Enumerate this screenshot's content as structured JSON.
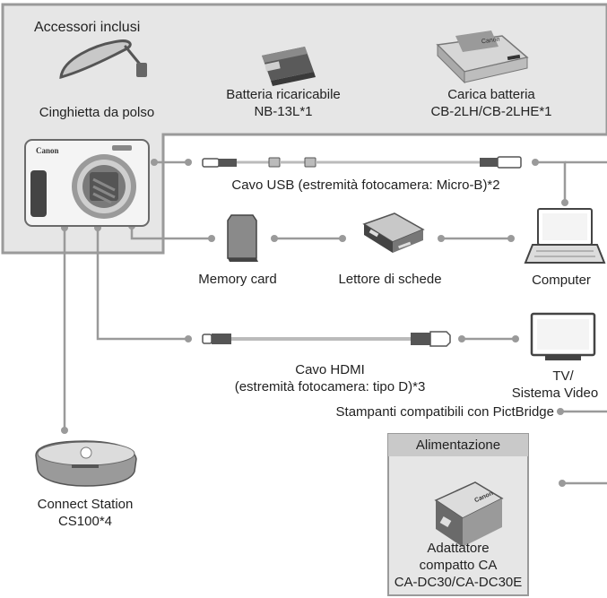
{
  "section_title": "Accessori inclusi",
  "camera_brand": "Canon",
  "charger_brand": "Canon",
  "adapter_brand": "Canon",
  "items": {
    "wrist_strap": "Cinghietta da polso",
    "battery_line1": "Batteria ricaricabile",
    "battery_line2": "NB-13L*1",
    "charger_line1": "Carica batteria",
    "charger_line2": "CB-2LH/CB-2LHE*1",
    "usb_cable": "Cavo USB (estremità fotocamera: Micro-B)*2",
    "memory_card": "Memory card",
    "card_reader": "Lettore di schede",
    "computer": "Computer",
    "hdmi_line1": "Cavo HDMI",
    "hdmi_line2": "(estremità fotocamera: tipo D)*3",
    "tv_line1": "TV/",
    "tv_line2": "Sistema Video",
    "printers": "Stampanti compatibili con PictBridge",
    "connect_line1": "Connect Station",
    "connect_line2": "CS100*4",
    "power_title": "Alimentazione",
    "adapter_line1": "Adattatore",
    "adapter_line2": "compatto CA",
    "adapter_line3": "CA-DC30/CA-DC30E"
  },
  "colors": {
    "panel": "#e6e6e6",
    "border": "#9a9a9a",
    "line": "#9a9a9a",
    "power_header": "#c9c9c9"
  }
}
